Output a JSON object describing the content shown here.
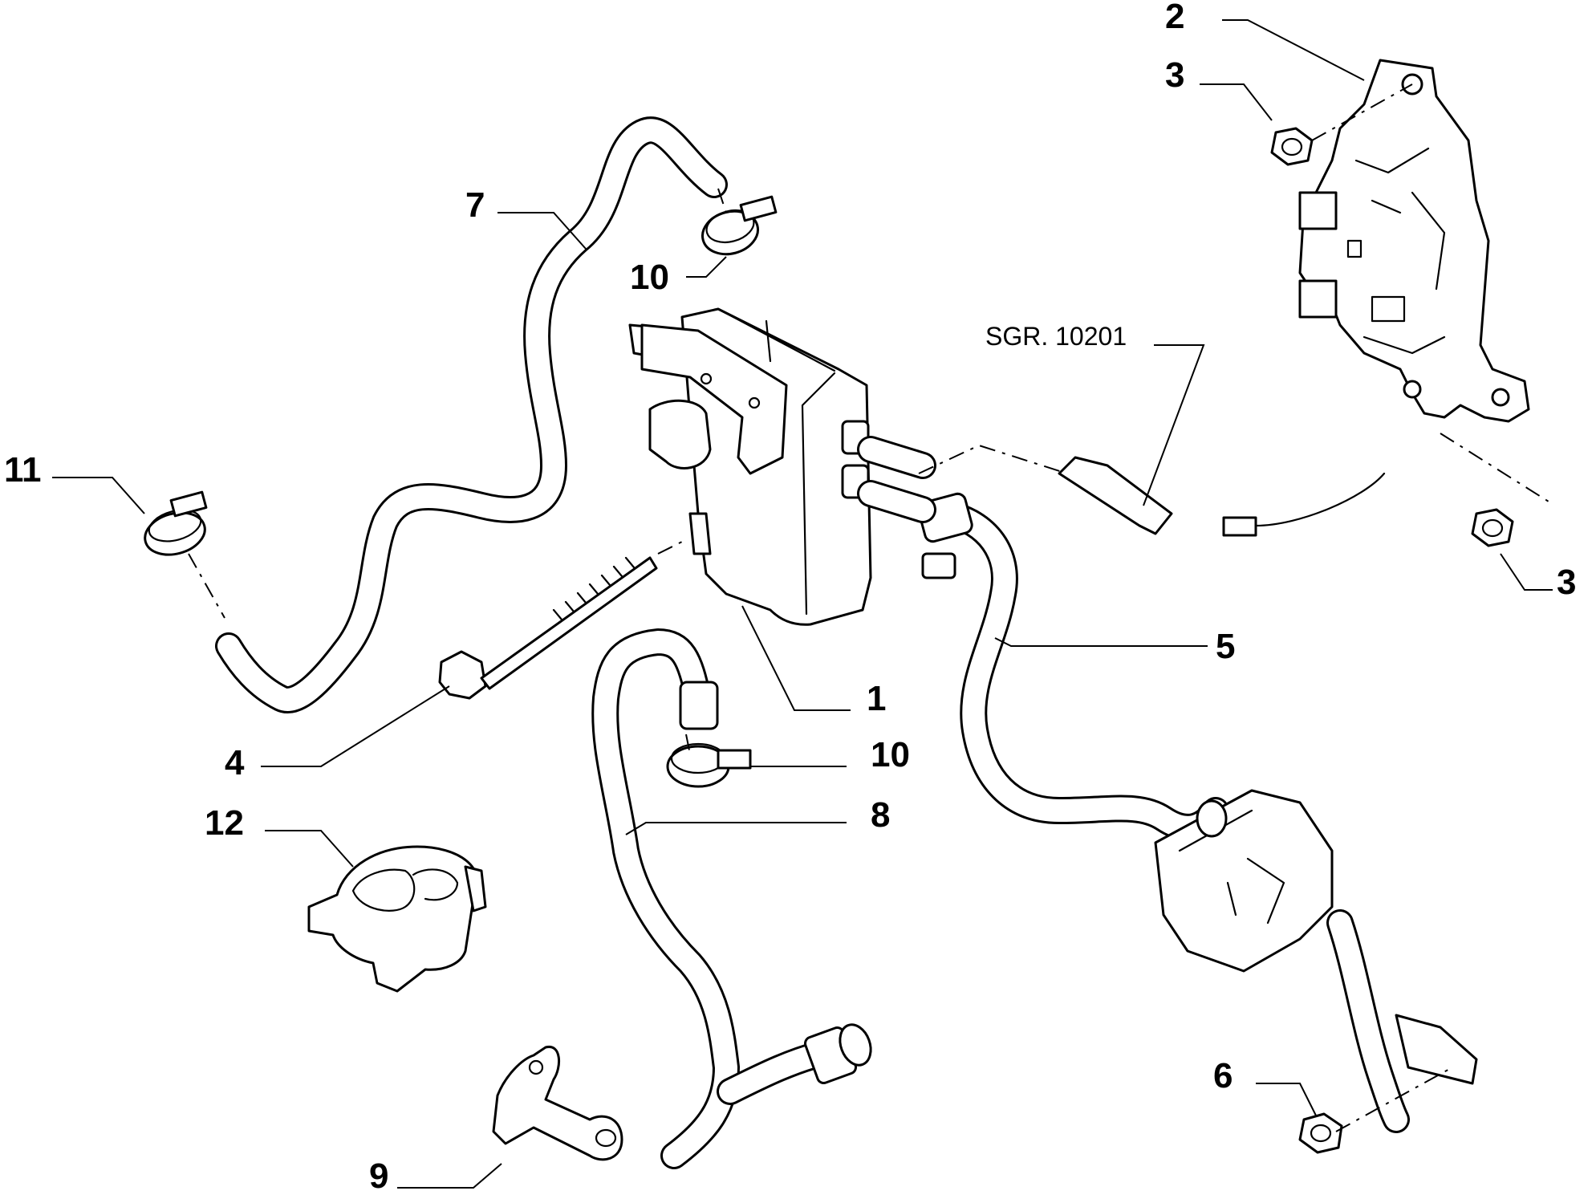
{
  "callouts": {
    "c1": "1",
    "c2": "2",
    "c3a": "3",
    "c3b": "3",
    "c4": "4",
    "c5": "5",
    "c6": "6",
    "c7": "7",
    "c8": "8",
    "c9": "9",
    "c10a": "10",
    "c10b": "10",
    "c11": "11",
    "c12": "12"
  },
  "reference": "SGR. 10201"
}
